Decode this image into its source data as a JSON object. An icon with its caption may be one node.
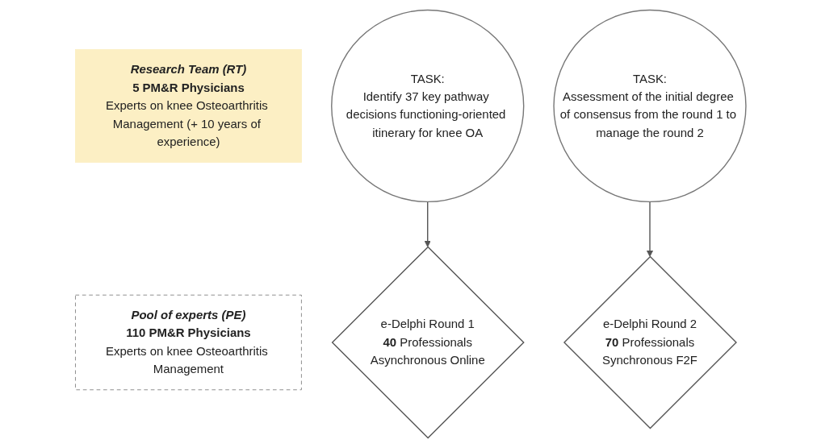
{
  "diagram": {
    "nodes": [
      {
        "text": [
          "Research Team (RT)",
          "5 PM&R Physicians",
          "Experts on knee Osteoarthritis Management (+ 10 years of experience)"
        ]
      },
      {
        "text": [
          "TASK:",
          "Identify 37 key pathway decisions functioning-oriented itinerary for knee OA"
        ]
      },
      {
        "text": [
          "TASK:",
          "Assessment of the initial degree of consensus from the round 1 to manage the round 2"
        ]
      },
      {
        "text": [
          "Pool of experts (PE)",
          "110 PM&R Physicians",
          "Experts on knee Osteoarthritis Management"
        ]
      },
      {
        "text": [
          "e-Delphi Round 1",
          "**40** Professionals",
          "Asynchronous Online"
        ]
      },
      {
        "text": [
          "e-Delphi Round 2",
          "**70** Professionals",
          "Synchronous F2F"
        ]
      }
    ],
    "edges": [
      {
        "from": 1,
        "to": 4,
        "arrow": "to"
      },
      {
        "from": 2,
        "to": 5,
        "arrow": "to"
      }
    ]
  }
}
